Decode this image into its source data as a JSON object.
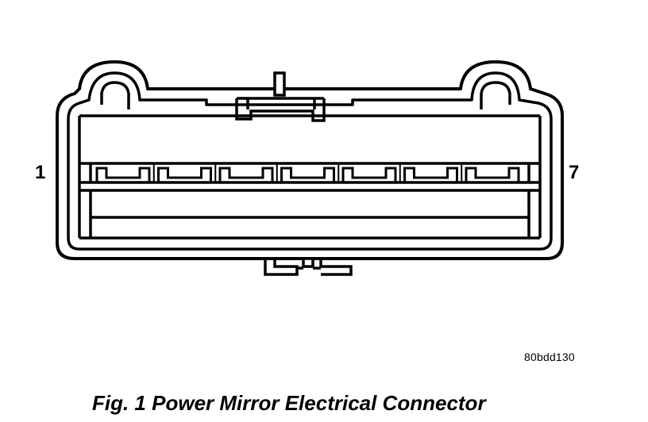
{
  "connector": {
    "pin_first": "1",
    "pin_last": "7",
    "terminal_count": 7
  },
  "figure": {
    "code": "80bdd130",
    "caption": "Fig. 1 Power Mirror Electrical Connector"
  },
  "colors": {
    "line": "#000000",
    "background": "#ffffff"
  }
}
